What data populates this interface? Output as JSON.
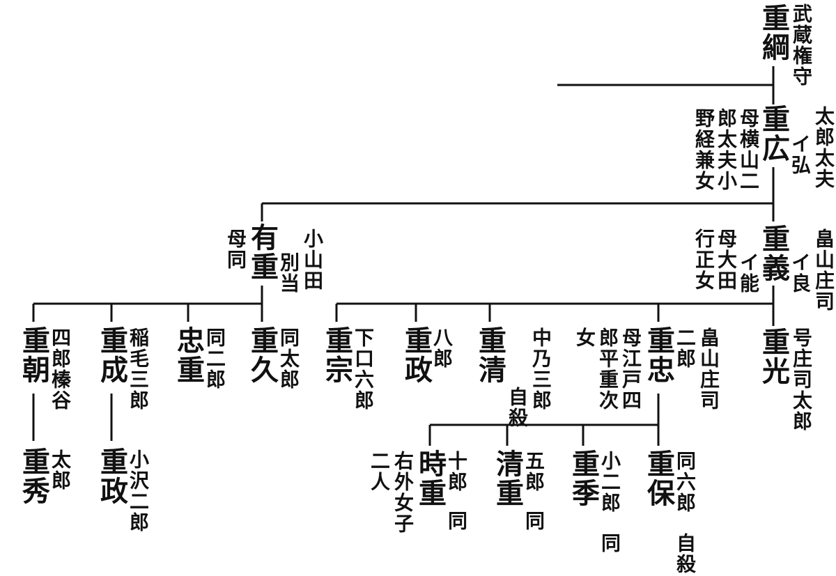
{
  "title": "畠山氏系図",
  "nodes": {
    "shigetsuna": {
      "name": "重綱",
      "note": "武蔵権守"
    },
    "shigehiro": {
      "name": "重広",
      "note1": "太郎太夫",
      "note2": "イ弘",
      "mother": [
        "母横山二",
        "郎太夫小",
        "野経兼女"
      ]
    },
    "arishige": {
      "name": "有重",
      "mother": "母同",
      "note1": "別当",
      "note2": "小山田"
    },
    "shigeyoshi": {
      "name": "重義",
      "note1": "畠山庄司",
      "note2": "イ良",
      "note3": "イ能",
      "mother": [
        "母大田",
        "行正女"
      ]
    },
    "shigetomo": {
      "name": "重朝",
      "note": "四郎榛谷"
    },
    "shigenari": {
      "name": "重成",
      "note": "稲毛三郎"
    },
    "tadashige": {
      "name": "忠重",
      "note": "同二郎"
    },
    "shigehisa": {
      "name": "重久",
      "note": "同太郎"
    },
    "shigehide": {
      "name": "重秀",
      "note": "太郎"
    },
    "shigemasa_b": {
      "name": "重政",
      "note": "小沢二郎"
    },
    "shigemune": {
      "name": "重宗",
      "note": "下口六郎"
    },
    "shigemasa": {
      "name": "重政",
      "note": "八郎"
    },
    "shigekiyo": {
      "name": "重清",
      "note1": "中乃三郎",
      "note2": "自殺"
    },
    "shigetada": {
      "name": "重忠",
      "note1": "畠山庄司",
      "note2": "二郎",
      "mother": [
        "母江戸四",
        "郎平重次",
        "女"
      ]
    },
    "shigemitsu": {
      "name": "重光",
      "note": "号庄司太郎"
    },
    "tokishige": {
      "name": "時重",
      "note1": "十郎",
      "note2": "同",
      "note3": "右外女子",
      "note4": "二人"
    },
    "kiyoshige": {
      "name": "清重",
      "note1": "五郎",
      "note2": "同"
    },
    "shigesue": {
      "name": "重季",
      "note1": "小二郎",
      "note2": "同"
    },
    "shigeyasu": {
      "name": "重保",
      "note1": "同六郎",
      "note2": "自殺"
    }
  }
}
